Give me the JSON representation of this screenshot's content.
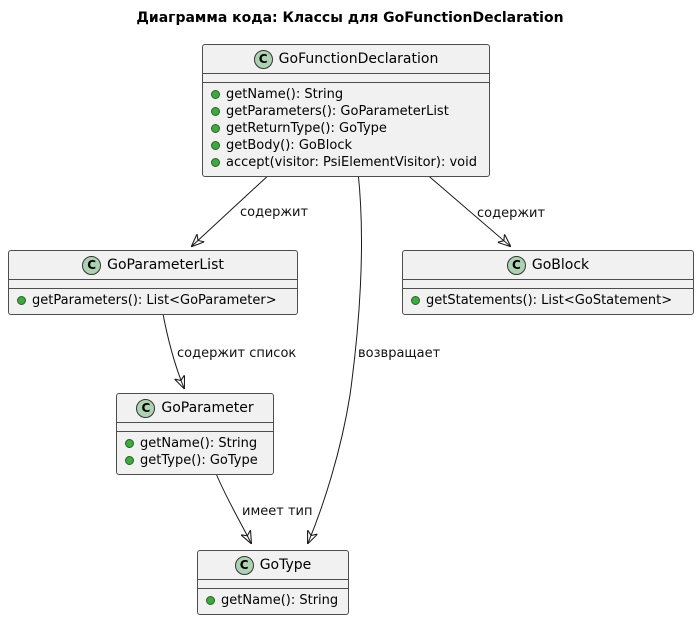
{
  "title": "Диаграмма кода: Классы для GoFunctionDeclaration",
  "colors": {
    "background": "#FFFFFF",
    "box_fill": "#F1F1F2",
    "box_border": "#4D4D4D",
    "class_spot_fill": "#ADD1B2",
    "method_bullet": "#47A347",
    "edge_line": "#1A1A1A"
  },
  "classes": [
    {
      "letter": "C",
      "name": "GoFunctionDeclaration",
      "methods": [
        "getName(): String",
        "getParameters(): GoParameterList",
        "getReturnType(): GoType",
        "getBody(): GoBlock",
        "accept(visitor: PsiElementVisitor): void"
      ]
    },
    {
      "letter": "C",
      "name": "GoParameterList",
      "methods": [
        "getParameters(): List<GoParameter>"
      ]
    },
    {
      "letter": "C",
      "name": "GoBlock",
      "methods": [
        "getStatements(): List<GoStatement>"
      ]
    },
    {
      "letter": "C",
      "name": "GoParameter",
      "methods": [
        "getName(): String",
        "getType(): GoType"
      ]
    },
    {
      "letter": "C",
      "name": "GoType",
      "methods": [
        "getName(): String"
      ]
    }
  ],
  "edges": [
    {
      "from": "GoFunctionDeclaration",
      "to": "GoParameterList",
      "label": "содержит"
    },
    {
      "from": "GoFunctionDeclaration",
      "to": "GoBlock",
      "label": "содержит"
    },
    {
      "from": "GoParameterList",
      "to": "GoParameter",
      "label": "содержит список"
    },
    {
      "from": "GoFunctionDeclaration",
      "to": "GoType",
      "label": "возвращает"
    },
    {
      "from": "GoParameter",
      "to": "GoType",
      "label": "имеет тип"
    }
  ]
}
